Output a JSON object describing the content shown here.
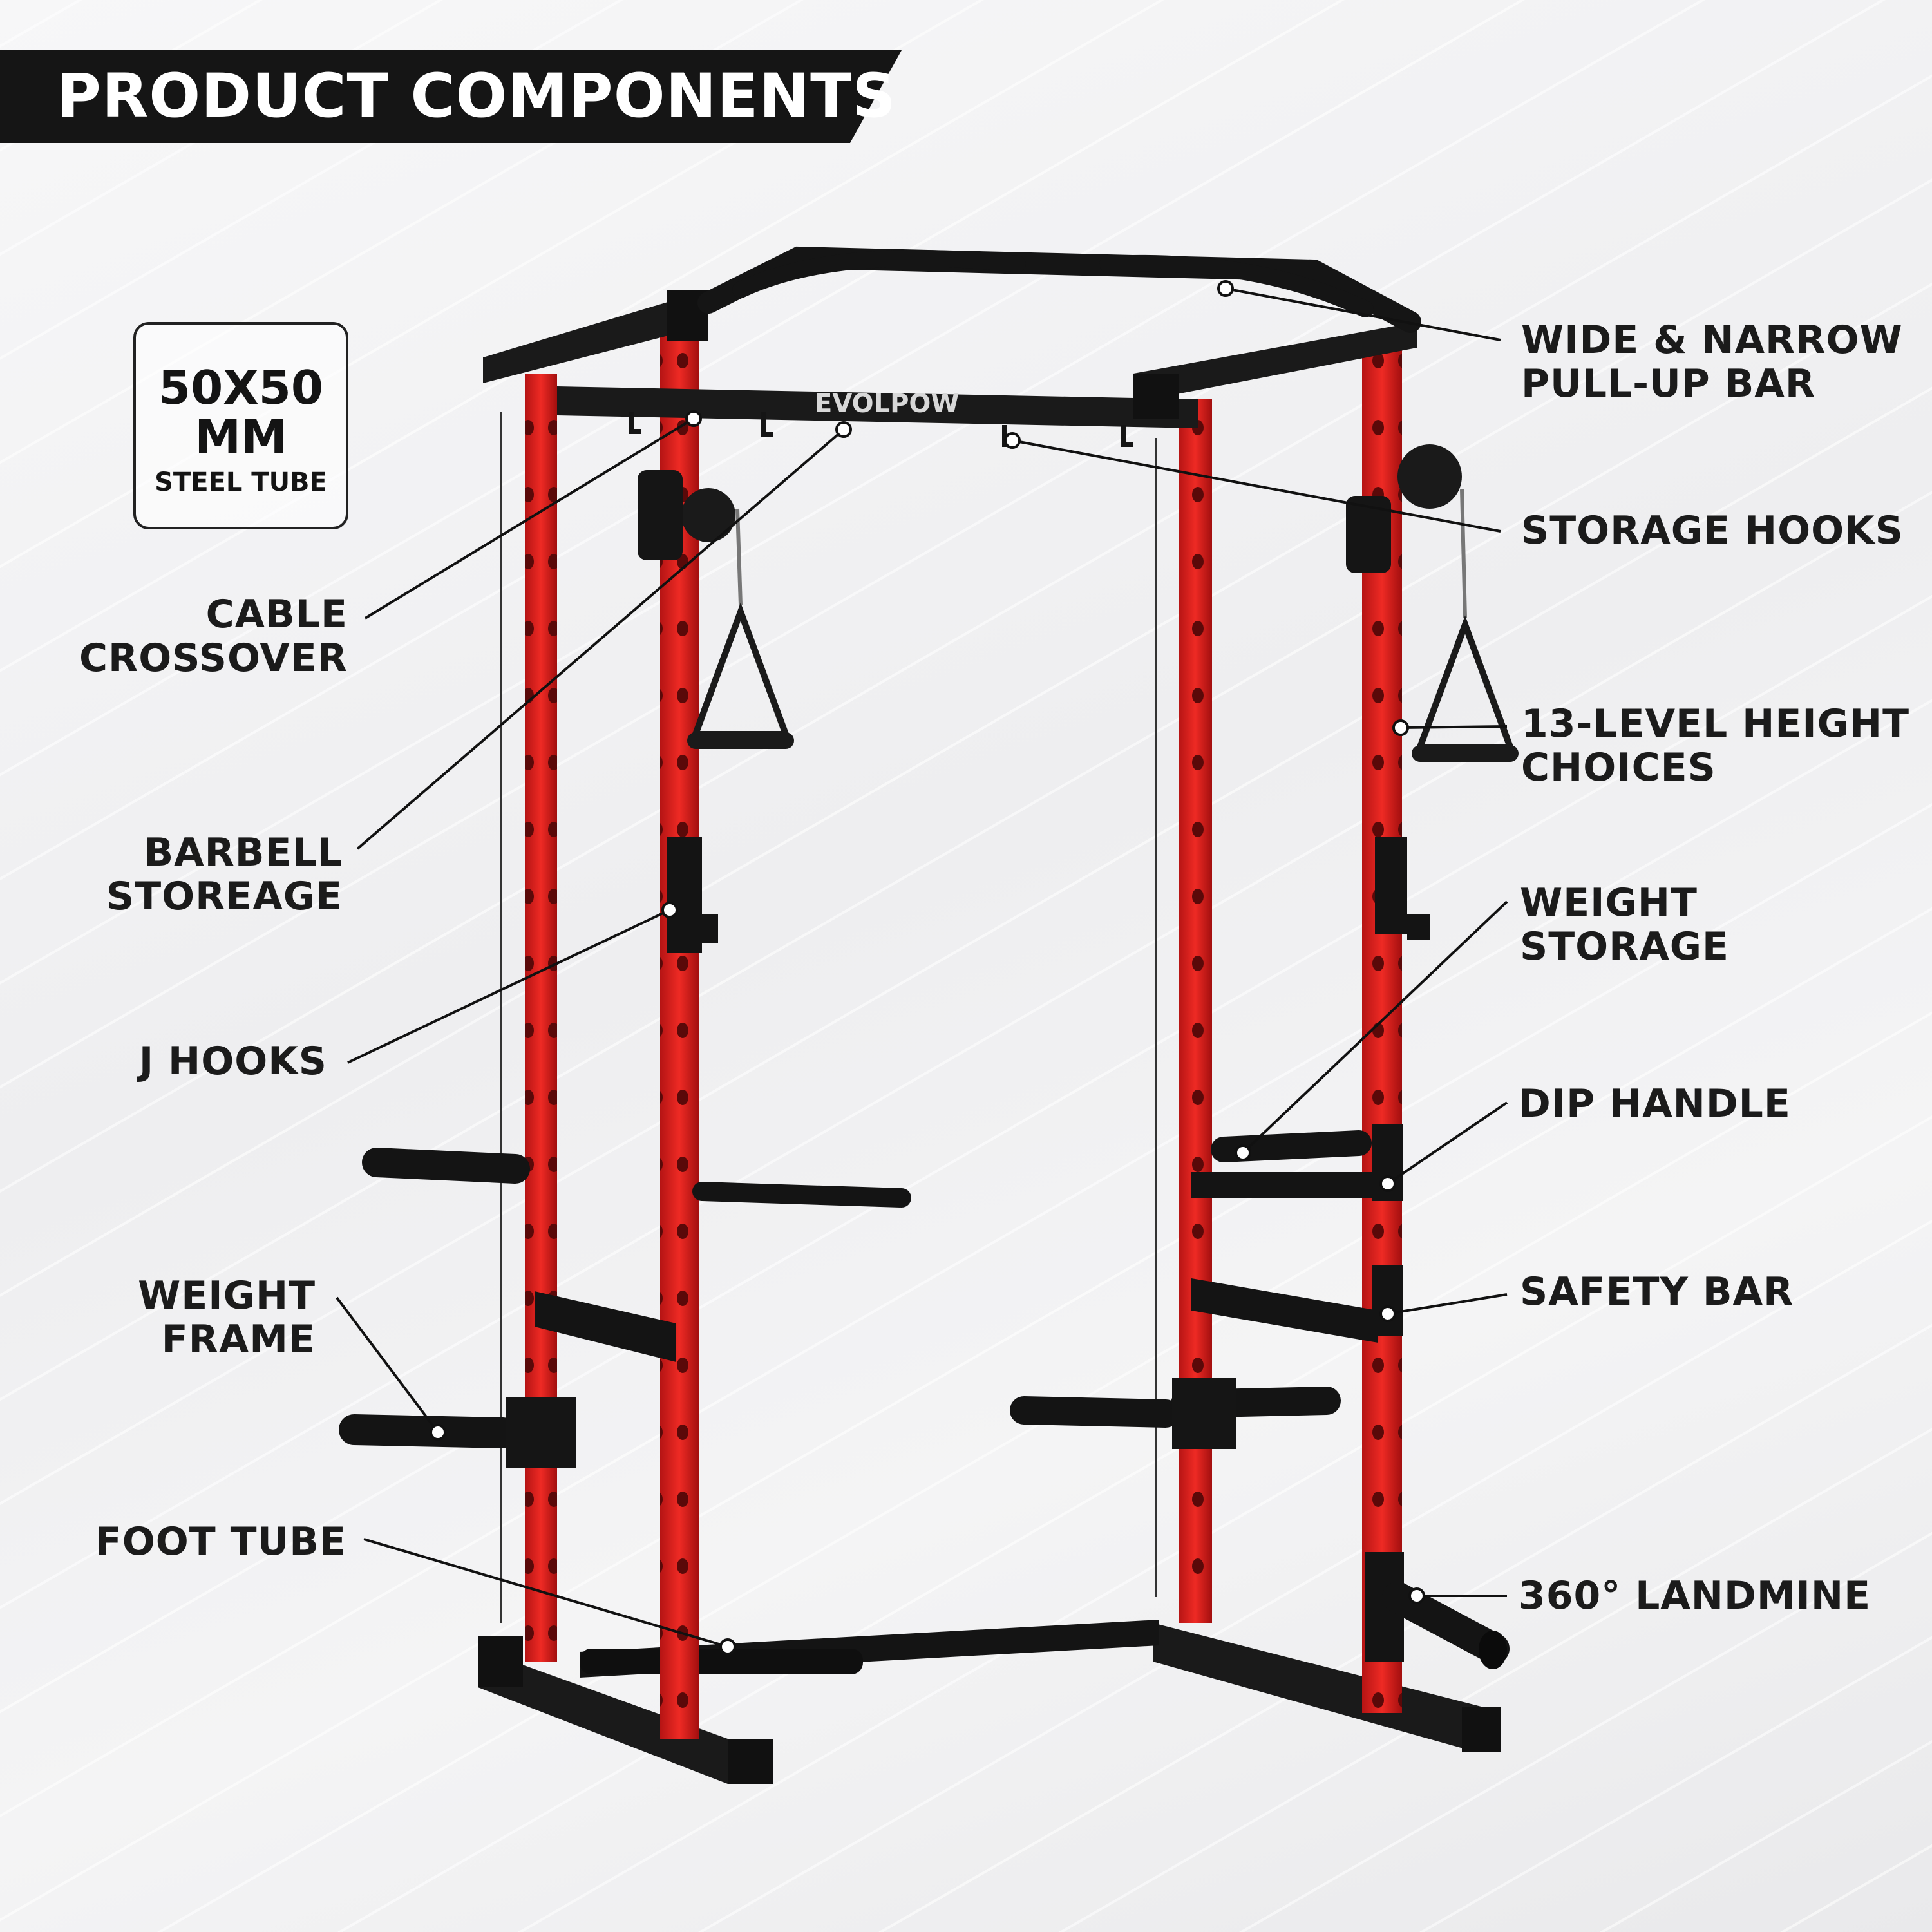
{
  "title": "PRODUCT COMPONENTS",
  "spec": {
    "line1": "50X50",
    "line2": "MM",
    "line3": "STEEL TUBE"
  },
  "brand": "EVOLPOW",
  "labels": {
    "pullup": [
      "WIDE & NARROW",
      "PULL-UP BAR"
    ],
    "storage_hooks": [
      "STORAGE HOOKS"
    ],
    "height": [
      "13-LEVEL HEIGHT",
      "CHOICES"
    ],
    "weight_storage": [
      "WEIGHT",
      "STORAGE"
    ],
    "dip_handle": [
      "DIP HANDLE"
    ],
    "safety_bar": [
      "SAFETY BAR"
    ],
    "landmine": [
      "360° LANDMINE"
    ],
    "cable": [
      "CABLE",
      "CROSSOVER"
    ],
    "barbell": [
      "BARBELL",
      "STOREAGE"
    ],
    "jhooks": [
      "J HOOKS"
    ],
    "weight_frame": [
      "WEIGHT",
      "FRAME"
    ],
    "foot_tube": [
      "FOOT TUBE"
    ]
  },
  "colors": {
    "frame_red": "#e3201e",
    "frame_black": "#1a1a1a",
    "banner": "#151515"
  }
}
